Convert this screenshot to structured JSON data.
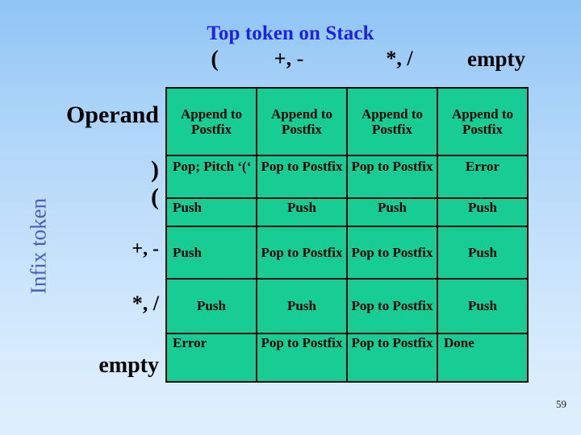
{
  "slide": {
    "title": "Top token on Stack",
    "vertical_axis_label": "Infix token",
    "page_number": "59"
  },
  "colors": {
    "title": "#1c20ee",
    "axis_label": "#4a5fbe",
    "table_cell_bg": "#17cd93",
    "table_border": "#0d0d0d",
    "background_top": "#8fc4f5",
    "background_bottom": "#dfeffd"
  },
  "table": {
    "column_headers": [
      "(",
      "+, -",
      "*, /",
      "empty"
    ],
    "row_headers": [
      "Operand",
      ")",
      "(",
      "+, -",
      "*, /",
      "empty"
    ],
    "rows": [
      {
        "header": "Operand",
        "cells": [
          "Append to Postfix",
          "Append to Postfix",
          "Append to Postfix",
          "Append to Postfix"
        ]
      },
      {
        "header": ")",
        "cells": [
          "Pop; Pitch ‘(‘",
          "Pop to Postfix",
          "Pop to Postfix",
          "Error"
        ]
      },
      {
        "header": "(",
        "cells": [
          "Push",
          "Push",
          "Push",
          "Push"
        ]
      },
      {
        "header": "+, -",
        "cells": [
          "Push",
          "Pop to Postfix",
          "Pop to Postfix",
          "Push"
        ]
      },
      {
        "header": "*, /",
        "cells": [
          "Push",
          "Push",
          "Pop to Postfix",
          "Push"
        ]
      },
      {
        "header": "empty",
        "cells": [
          "Error",
          "Pop to Postfix",
          "Pop to Postfix",
          "Done"
        ]
      }
    ]
  }
}
